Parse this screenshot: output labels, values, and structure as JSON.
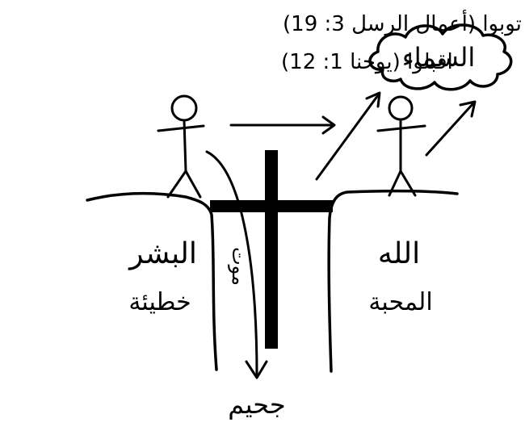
{
  "verses": {
    "repent": "توبوا (أعمال الرسل 3: 19)",
    "receive": "اقبلوا (يوحنا 1: 12)"
  },
  "heaven": {
    "label": "السماء"
  },
  "human_side": {
    "title": "البشر",
    "subtitle": "خطيئة"
  },
  "god_side": {
    "title": "الله",
    "subtitle": "المحبة"
  },
  "chasm": {
    "death_label": "موت",
    "hell_label": "جحيم"
  },
  "colors": {
    "ink": "#000000",
    "background": "#ffffff"
  }
}
